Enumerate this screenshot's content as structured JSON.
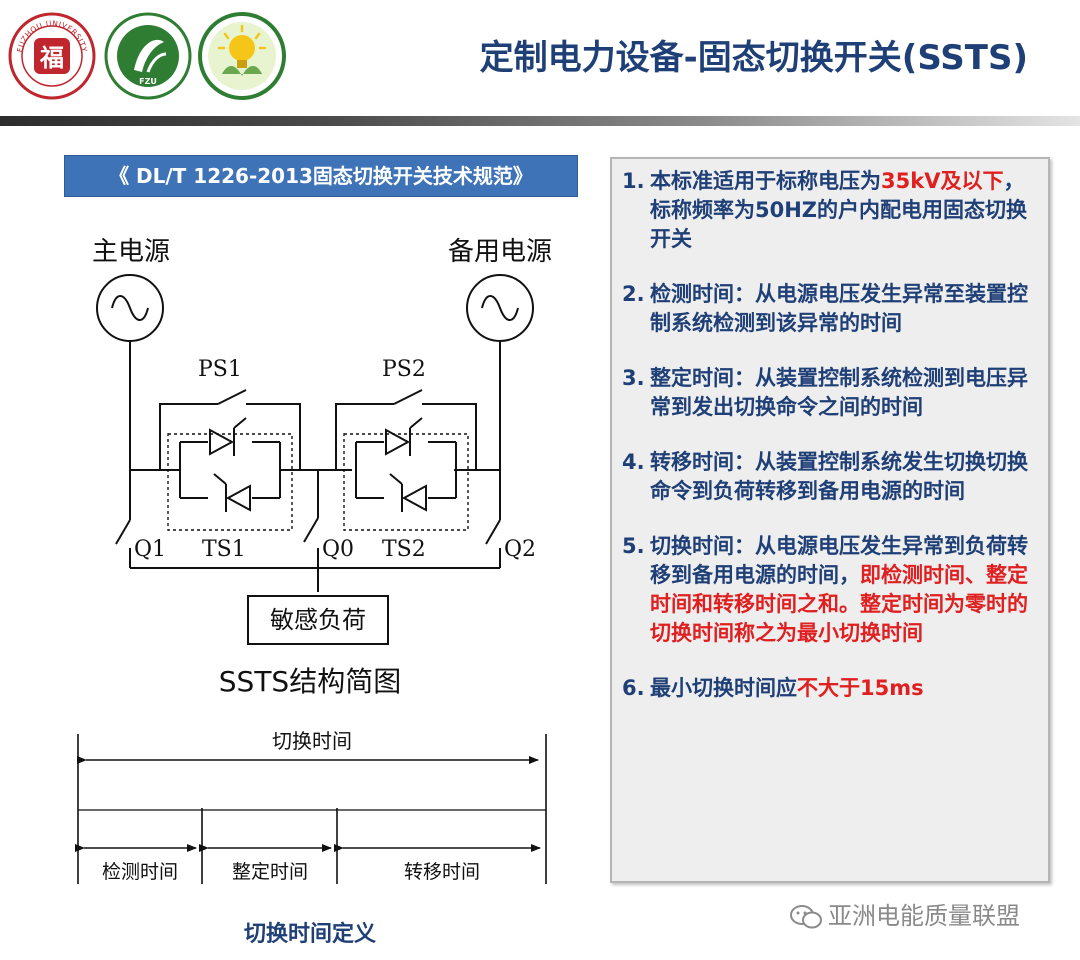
{
  "header": {
    "title": "定制电力设备-固态切换开关(SSTS)",
    "logo1_text": "FUZHOU UNIVERSITY",
    "logo2_text": "FZU"
  },
  "standard": {
    "banner": "《 DL/T 1226-2013固态切换开关技术规范》"
  },
  "circuit": {
    "main_source": "主电源",
    "backup_source": "备用电源",
    "ps1": "PS1",
    "ps2": "PS2",
    "ts1": "TS1",
    "ts2": "TS2",
    "q0": "Q0",
    "q1": "Q1",
    "q2": "Q2",
    "load": "敏感负荷",
    "caption": "SSTS结构简图"
  },
  "timing": {
    "total": "切换时间",
    "detect": "检测时间",
    "setting": "整定时间",
    "transfer": "转移时间",
    "caption": "切换时间定义"
  },
  "info": {
    "items": [
      {
        "num": "1.",
        "parts": [
          {
            "t": "本标准适用于标称电压为"
          },
          {
            "t": "35kV及以下",
            "red": true
          },
          {
            "t": "，标称频率为50HZ的户内配电用固态切换开关"
          }
        ]
      },
      {
        "num": "2.",
        "parts": [
          {
            "t": "检测时间：从电源电压发生异常至装置控制系统检测到该异常的时间"
          }
        ]
      },
      {
        "num": "3.",
        "parts": [
          {
            "t": "整定时间：从装置控制系统检测到电压异常到发出切换命令之间的时间"
          }
        ]
      },
      {
        "num": "4.",
        "parts": [
          {
            "t": "转移时间：从装置控制系统发生切换切换命令到负荷转移到备用电源的时间"
          }
        ]
      },
      {
        "num": "5.",
        "parts": [
          {
            "t": "切换时间：从电源电压发生异常到负荷转移到备用电源的时间，"
          },
          {
            "t": "即检测时间、整定时间和转移时间之和。整定时间为零时的切换时间称之为最小切换时间",
            "red": true
          }
        ]
      },
      {
        "num": "6.",
        "parts": [
          {
            "t": "最小切换时间应"
          },
          {
            "t": "不大于15ms",
            "red": true
          }
        ]
      }
    ]
  },
  "watermark": {
    "text": "亚洲电能质量联盟"
  },
  "colors": {
    "title_blue": "#1f3f77",
    "banner_blue": "#3f73b8",
    "highlight_red": "#e02020",
    "logo_red": "#c0262d",
    "logo_green": "#2e7d32",
    "logo_yellow": "#f5c518"
  }
}
